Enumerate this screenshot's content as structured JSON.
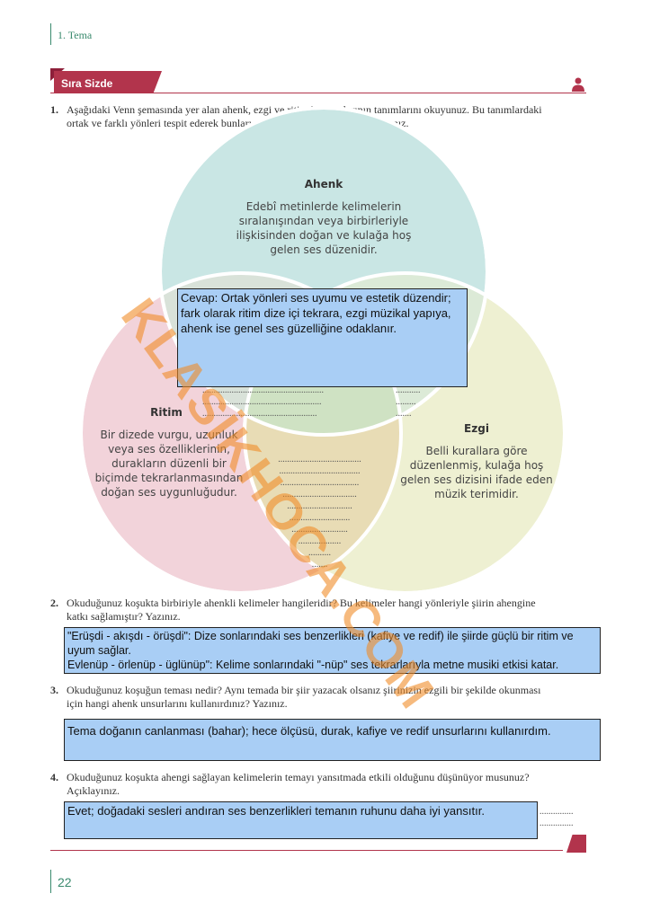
{
  "header": {
    "chapter": "1. Tema"
  },
  "section_tab": {
    "label": "Sıra Sizde"
  },
  "q1": {
    "num": "1.",
    "text_l1": "Aşağıdaki Venn şemasında yer alan ahenk, ezgi ve ritim kavramlarının tanımlarını okuyunuz. Bu tanımlardaki",
    "text_l2": "ortak ve farklı yönleri tespit ederek bunları şema üzerinde ilgili yerlere yazınız."
  },
  "venn": {
    "ahenk": {
      "title": "Ahenk",
      "l1": "Edebî metinlerde kelimelerin",
      "l2": "sıralanışından veya birbirleriyle",
      "l3": "ilişkisinden doğan ve kulağa hoş",
      "l4": "gelen ses düzenidir."
    },
    "ritim": {
      "title": "Ritim",
      "l1": "Bir dizede vurgu, uzunluk",
      "l2": "veya ses özelliklerinin,",
      "l3": "durakların düzenli bir",
      "l4": "biçimde tekrarlanmasından",
      "l5": "doğan ses uygunluğudur."
    },
    "ezgi": {
      "title": "Ezgi",
      "l1": "Belli kurallara göre",
      "l2": "düzenlenmiş, kulağa hoş",
      "l3": "gelen ses dizisini ifade eden",
      "l4": "müzik terimidir."
    },
    "colors": {
      "ahenk": "#cde8e6",
      "ritim": "#f3d5dc",
      "ezgi": "#eef0d2",
      "center": "#d8e7c4"
    }
  },
  "answers": {
    "a1_l1": "Cevap: Ortak yönleri ses uyumu ve estetik düzendir;",
    "a1_l2": "fark olarak ritim dize içi tekrara, ezgi müzikal yapıya,",
    "a1_l3": "ahenk ise genel ses güzelliğine odaklanır.",
    "a2_l1": "\"Erüşdi - akışdı - örüşdi\": Dize sonlarındaki ses benzerlikleri (kafiye ve redif) ile şiirde güçlü bir ritim ve",
    "a2_l2": "uyum sağlar.",
    "a2_l3": "Evlenüp - örlenüp - üglünüp\": Kelime sonlarındaki \"-nüp\" ses tekrarlarıyla metne musiki etkisi katar.",
    "a3": "Tema doğanın canlanması (bahar); hece ölçüsü, durak, kafiye ve redif unsurlarını kullanırdım.",
    "a4": "Evet; doğadaki sesleri andıran ses benzerlikleri temanın ruhunu daha iyi yansıtır."
  },
  "q2": {
    "num": "2.",
    "text_l1": "Okuduğunuz koşukta birbiriyle ahenkli kelimeler hangileridir? Bu kelimeler hangi yönleriyle şiirin ahengine",
    "text_l2": "katkı sağlamıştır? Yazınız."
  },
  "q3": {
    "num": "3.",
    "text_l1": "Okuduğunuz koşuğun teması nedir? Aynı temada bir şiir yazacak olsanız şiirinizin ezgili bir şekilde okunması",
    "text_l2": "için hangi ahenk unsurlarını kullanırdınız?  Yazınız."
  },
  "q4": {
    "num": "4.",
    "text_l1": "Okuduğunuz koşukta ahengi sağlayan kelimelerin temayı yansıtmada etkili olduğunu düşünüyor musunuz?",
    "text_l2": "Açıklayınız."
  },
  "watermark": "KLASİKHOCA.COM",
  "footer": {
    "page": "22"
  }
}
